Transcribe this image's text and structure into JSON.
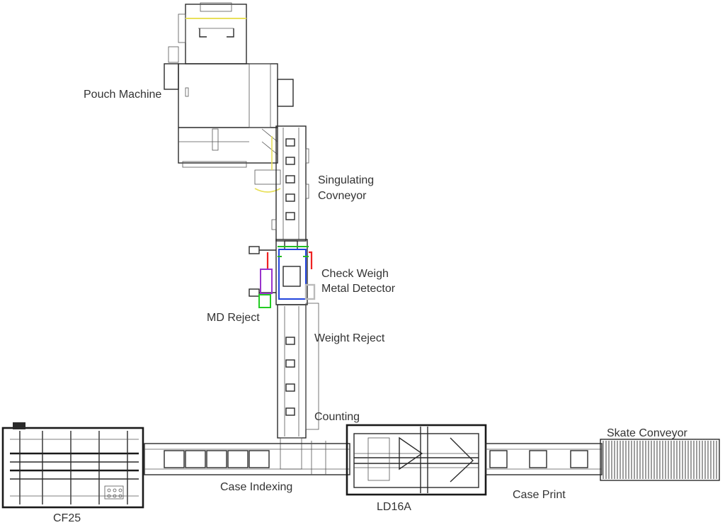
{
  "labels": {
    "pouch_machine": "Pouch Machine",
    "singulating_line1": "Singulating",
    "singulating_line2": "Covneyor",
    "check_weigh": "Check Weigh",
    "metal_detector": "Metal Detector",
    "md_reject": "MD Reject",
    "weight_reject": "Weight Reject",
    "counting": "Counting",
    "skate_conveyor": "Skate Conveyor",
    "case_indexing": "Case Indexing",
    "case_print": "Case Print",
    "ld16a": "LD16A",
    "cf25": "CF25"
  },
  "colors": {
    "line": "#2a2a2a",
    "label_text": "#333333",
    "pouch_accent": "#e8e05a",
    "checkweigh_blue": "#2244dd",
    "checkweigh_green": "#22bb22",
    "checkweigh_red": "#ee2222",
    "md_purple": "#9933cc",
    "md_green": "#22cc22",
    "highlight_gray": "#bbbbbb"
  }
}
